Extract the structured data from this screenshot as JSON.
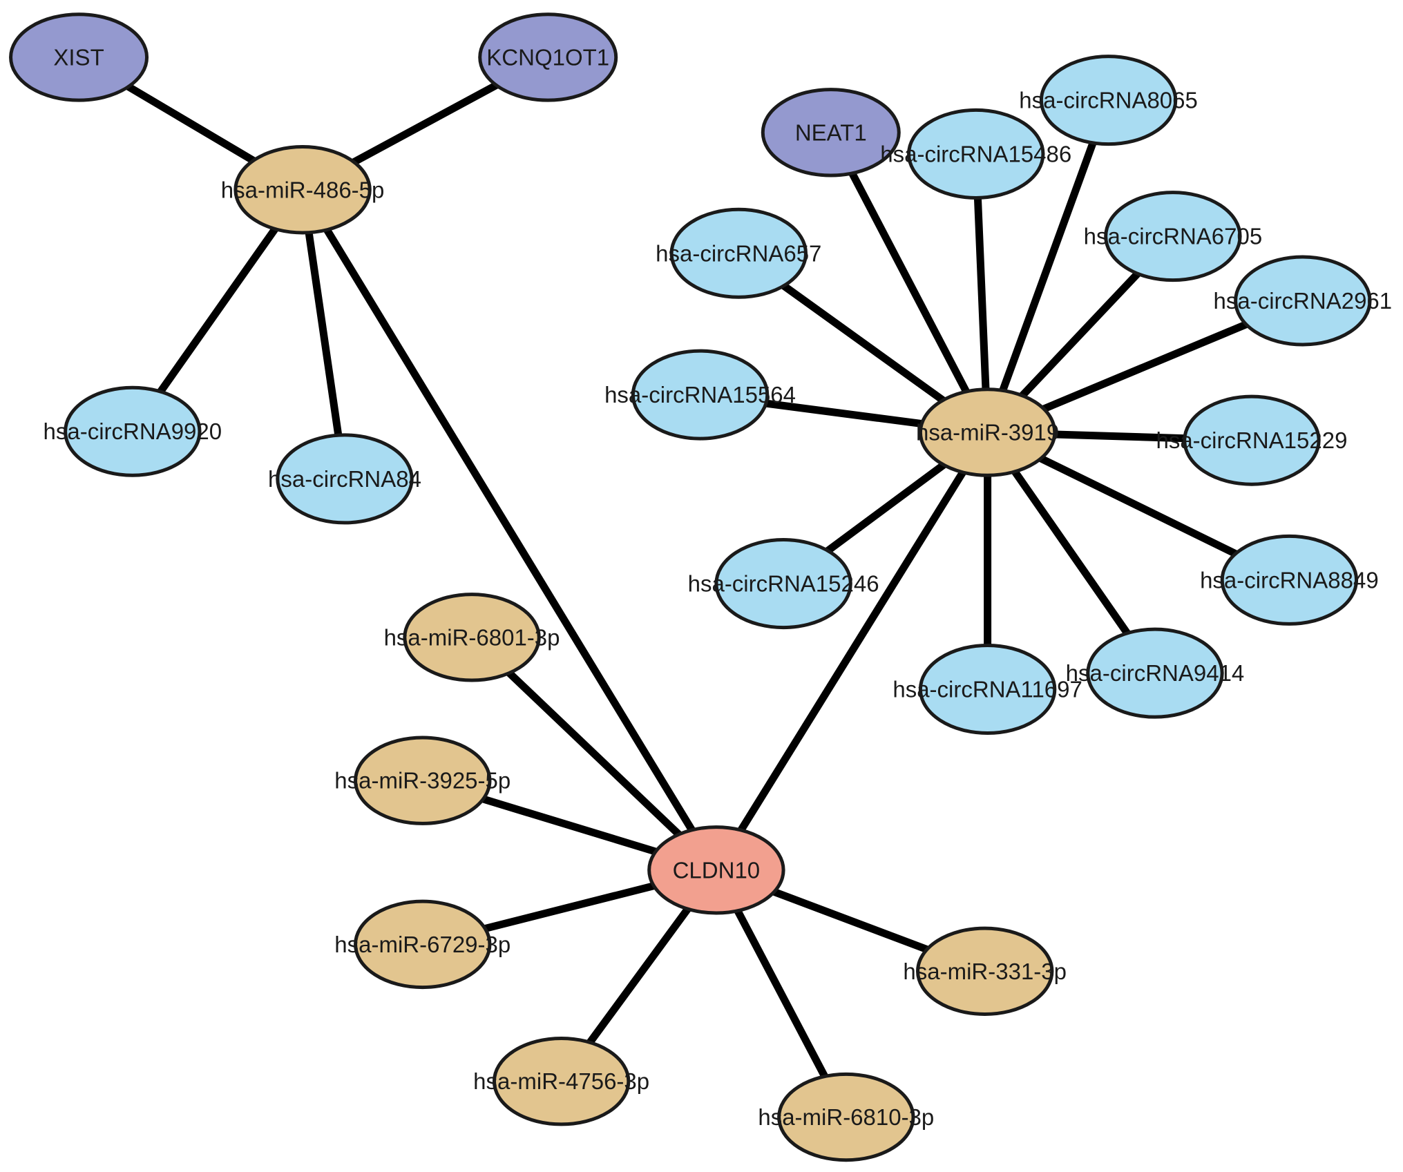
{
  "colors": {
    "lncrna": "#9499cf",
    "circrna": "#a9dcf2",
    "mirna": "#e2c58f",
    "mrna": "#f2a08f"
  },
  "nodes": [
    {
      "id": "xist",
      "label": "XIST",
      "kind": "lncrna"
    },
    {
      "id": "kcnq1ot1",
      "label": "KCNQ1OT1",
      "kind": "lncrna"
    },
    {
      "id": "neat1",
      "label": "NEAT1",
      "kind": "lncrna"
    },
    {
      "id": "mir486",
      "label": "hsa-miR-486-5p",
      "kind": "mirna"
    },
    {
      "id": "mir3919",
      "label": "hsa-miR-3919",
      "kind": "mirna"
    },
    {
      "id": "mir6801",
      "label": "hsa-miR-6801-3p",
      "kind": "mirna"
    },
    {
      "id": "mir3925",
      "label": "hsa-miR-3925-5p",
      "kind": "mirna"
    },
    {
      "id": "mir6729",
      "label": "hsa-miR-6729-3p",
      "kind": "mirna"
    },
    {
      "id": "mir4756",
      "label": "hsa-miR-4756-3p",
      "kind": "mirna"
    },
    {
      "id": "mir6810",
      "label": "hsa-miR-6810-3p",
      "kind": "mirna"
    },
    {
      "id": "mir331",
      "label": "hsa-miR-331-3p",
      "kind": "mirna"
    },
    {
      "id": "cldn10",
      "label": "CLDN10",
      "kind": "mrna"
    },
    {
      "id": "circ9920",
      "label": "hsa-circRNA9920",
      "kind": "circrna"
    },
    {
      "id": "circ84",
      "label": "hsa-circRNA84",
      "kind": "circrna"
    },
    {
      "id": "circ8065",
      "label": "hsa-circRNA8065",
      "kind": "circrna"
    },
    {
      "id": "circ15486",
      "label": "hsa-circRNA15486",
      "kind": "circrna"
    },
    {
      "id": "circ657",
      "label": "hsa-circRNA657",
      "kind": "circrna"
    },
    {
      "id": "circ6705",
      "label": "hsa-circRNA6705",
      "kind": "circrna"
    },
    {
      "id": "circ2961",
      "label": "hsa-circRNA2961",
      "kind": "circrna"
    },
    {
      "id": "circ15564",
      "label": "hsa-circRNA15564",
      "kind": "circrna"
    },
    {
      "id": "circ15229",
      "label": "hsa-circRNA15229",
      "kind": "circrna"
    },
    {
      "id": "circ15246",
      "label": "hsa-circRNA15246",
      "kind": "circrna"
    },
    {
      "id": "circ8849",
      "label": "hsa-circRNA8849",
      "kind": "circrna"
    },
    {
      "id": "circ11697",
      "label": "hsa-circRNA11697",
      "kind": "circrna"
    },
    {
      "id": "circ9414",
      "label": "hsa-circRNA9414",
      "kind": "circrna"
    }
  ],
  "edges": [
    [
      "xist",
      "mir486"
    ],
    [
      "kcnq1ot1",
      "mir486"
    ],
    [
      "mir486",
      "circ9920"
    ],
    [
      "mir486",
      "circ84"
    ],
    [
      "mir486",
      "cldn10"
    ],
    [
      "neat1",
      "mir3919"
    ],
    [
      "circ15486",
      "mir3919"
    ],
    [
      "circ8065",
      "mir3919"
    ],
    [
      "circ657",
      "mir3919"
    ],
    [
      "circ6705",
      "mir3919"
    ],
    [
      "circ2961",
      "mir3919"
    ],
    [
      "circ15564",
      "mir3919"
    ],
    [
      "circ15229",
      "mir3919"
    ],
    [
      "circ15246",
      "mir3919"
    ],
    [
      "circ8849",
      "mir3919"
    ],
    [
      "circ11697",
      "mir3919"
    ],
    [
      "circ9414",
      "mir3919"
    ],
    [
      "mir3919",
      "cldn10"
    ],
    [
      "mir6801",
      "cldn10"
    ],
    [
      "mir3925",
      "cldn10"
    ],
    [
      "mir6729",
      "cldn10"
    ],
    [
      "mir4756",
      "cldn10"
    ],
    [
      "mir6810",
      "cldn10"
    ],
    [
      "mir331",
      "cldn10"
    ]
  ]
}
